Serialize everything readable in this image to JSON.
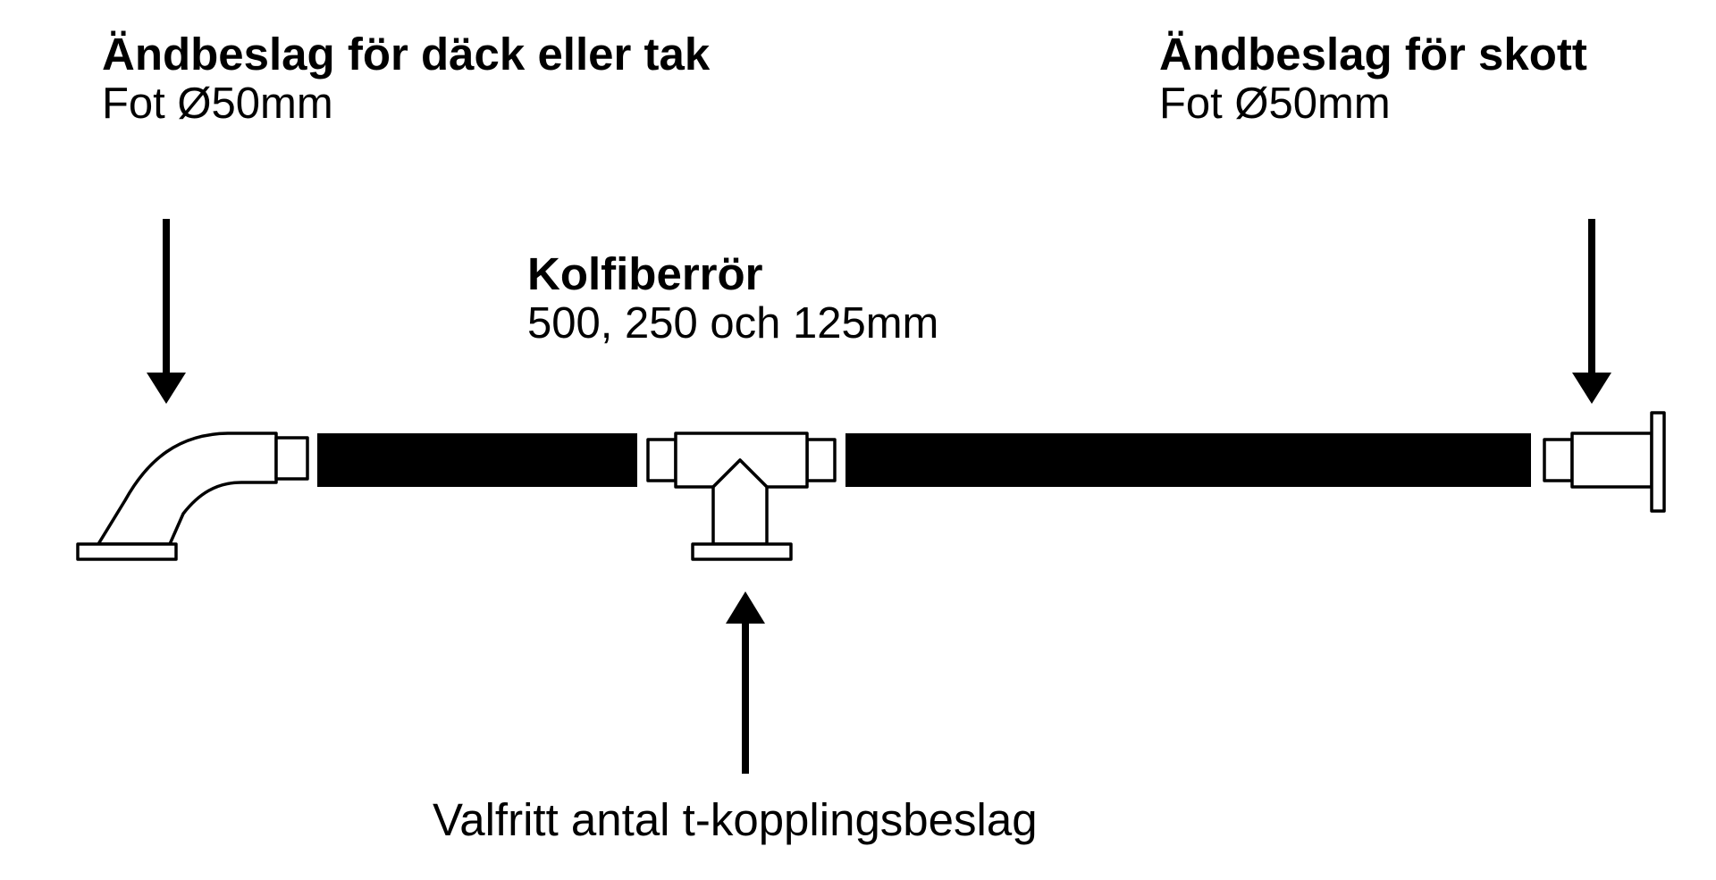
{
  "labels": {
    "deck_fitting": {
      "title": "Ändbeslag för däck eller tak",
      "subtitle": "Fot Ø50mm"
    },
    "bulkhead_fitting": {
      "title": "Ändbeslag för skott",
      "subtitle": "Fot Ø50mm"
    },
    "carbon_tube": {
      "title": "Kolfiberrör",
      "subtitle": "500, 250 och 125mm"
    },
    "t_coupling": {
      "text": "Valfritt antal t-kopplingsbeslag"
    }
  },
  "colors": {
    "ink": "#000000",
    "background": "#ffffff"
  }
}
